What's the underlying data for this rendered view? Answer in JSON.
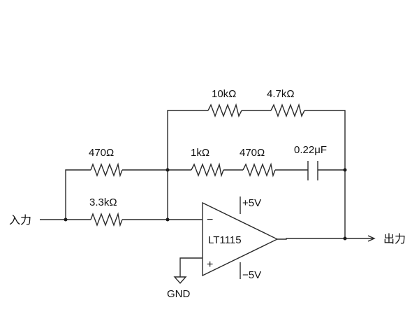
{
  "labels": {
    "r_feedback_top_1": "10kΩ",
    "r_feedback_top_2": "4.7kΩ",
    "r_input_upper": "470Ω",
    "r_mid_1": "1kΩ",
    "r_mid_2": "470Ω",
    "capacitor": "0.22μF",
    "r_input_lower": "3.3kΩ",
    "input": "入力",
    "output": "出力",
    "opamp": "LT1115",
    "supply_pos": "+5V",
    "supply_neg": "−5V",
    "inverting_sign": "−",
    "noninverting_sign": "+",
    "ground": "GND"
  }
}
